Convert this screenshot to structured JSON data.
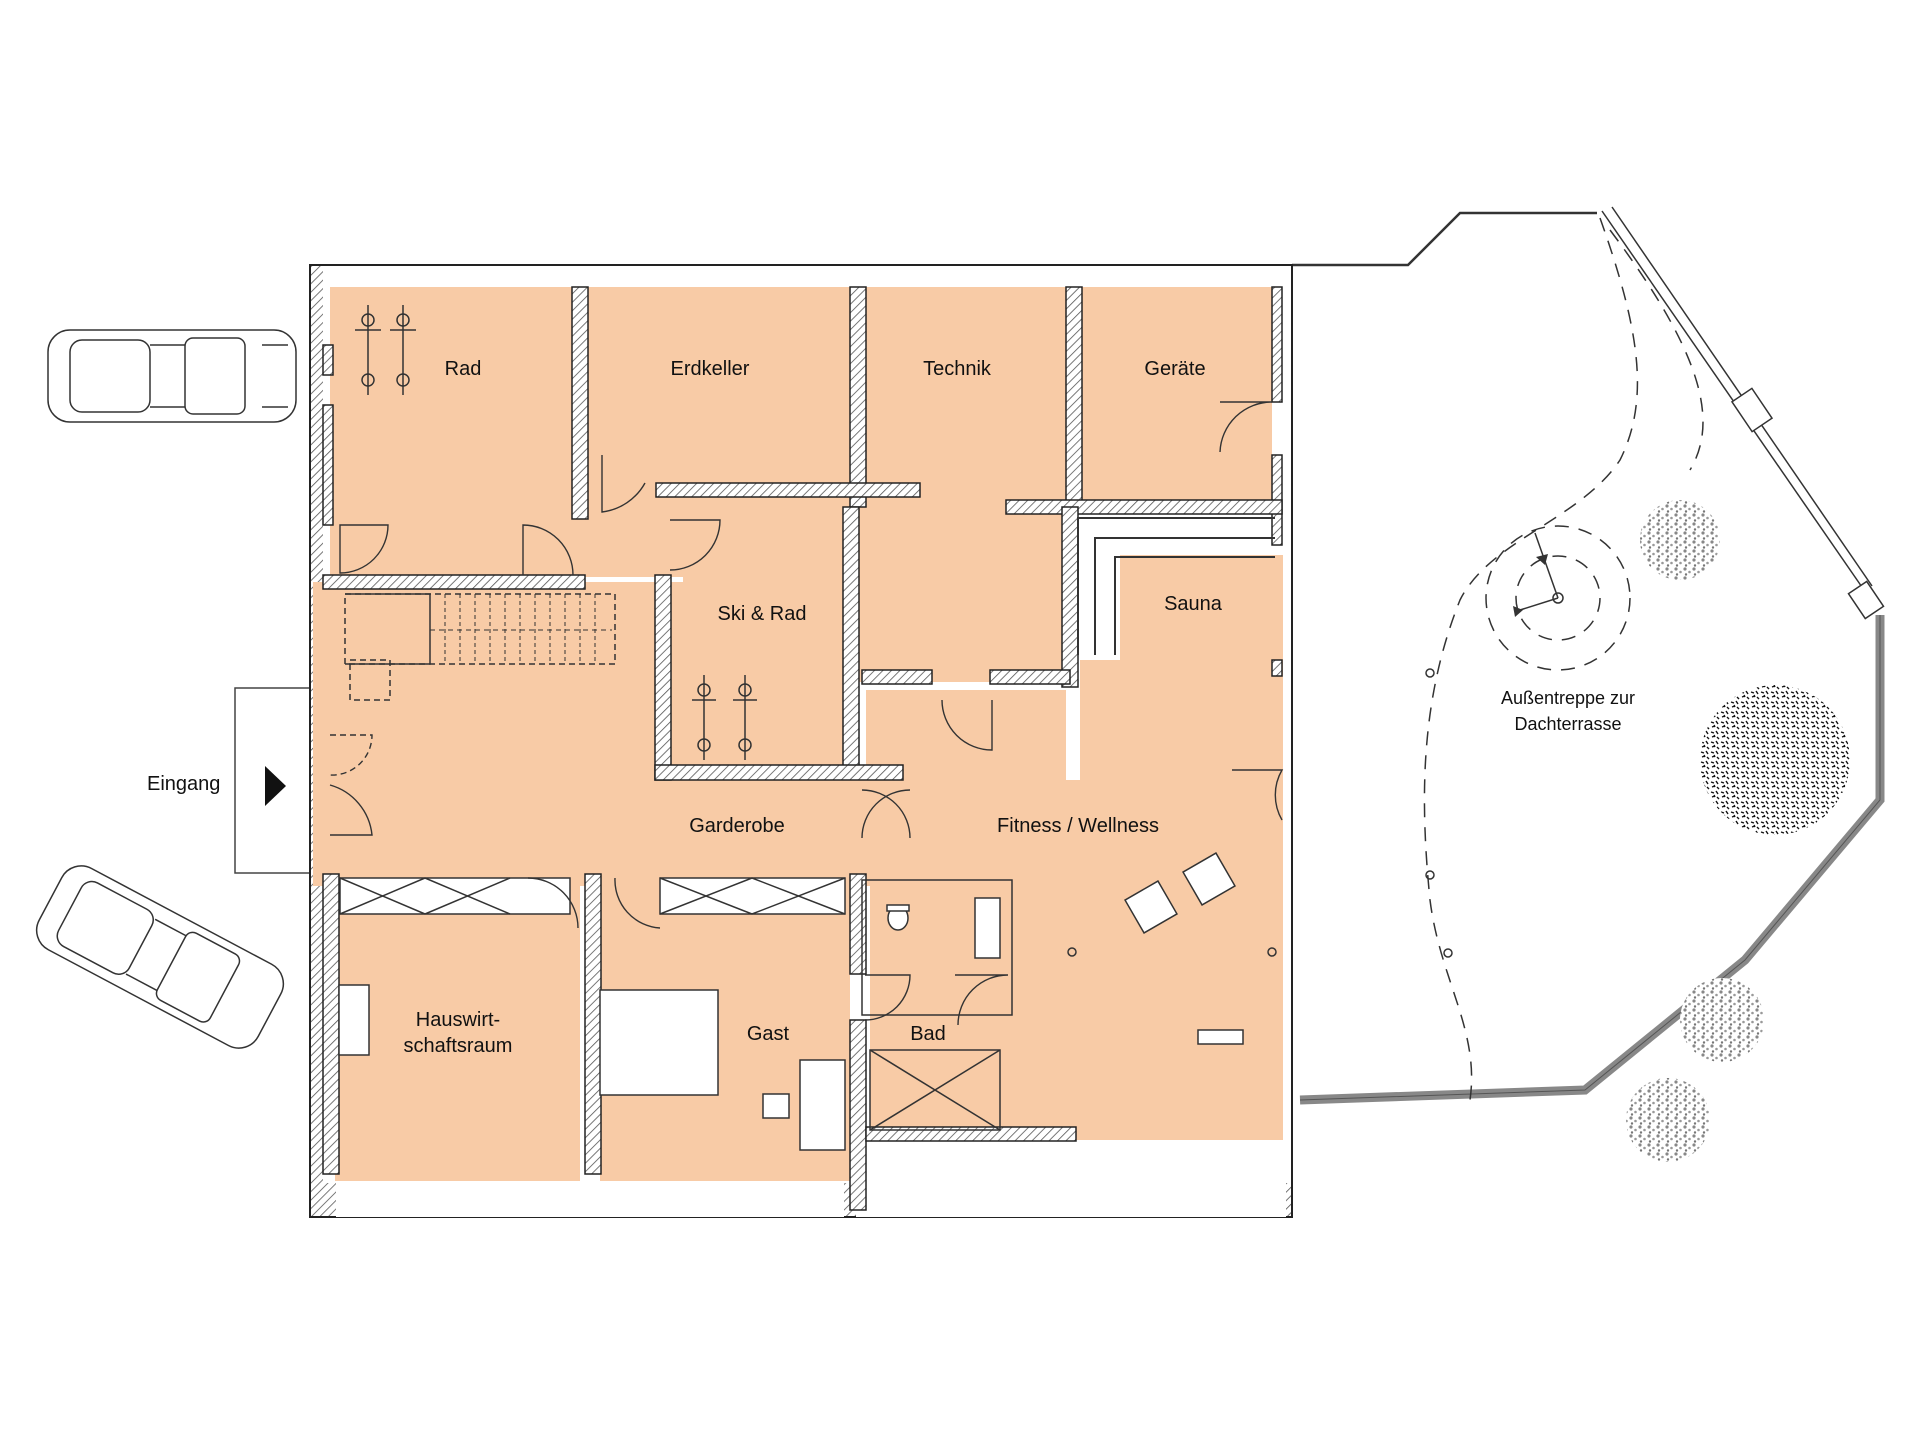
{
  "rooms": {
    "rad": "Rad",
    "erdkeller": "Erdkeller",
    "technik": "Technik",
    "geraete": "Geräte",
    "ski_rad": "Ski & Rad",
    "sauna": "Sauna",
    "garderobe": "Garderobe",
    "fitness": "Fitness / Wellness",
    "hauswirtschaft_1": "Hauswirt-",
    "hauswirtschaft_2": "schaftsraum",
    "gast": "Gast",
    "bad": "Bad"
  },
  "labels": {
    "eingang": "Eingang",
    "aussentreppe_1": "Außentreppe zur",
    "aussentreppe_2": "Dachterrasse"
  },
  "colors": {
    "floor": "#f8cba6",
    "wall_hatch": "#555555",
    "outline": "#222222"
  },
  "icons": [
    "car-icon",
    "bicycle-icon",
    "tree-icon",
    "entrance-arrow-icon",
    "toilet-icon",
    "sink-icon",
    "fitness-chair-icon"
  ]
}
